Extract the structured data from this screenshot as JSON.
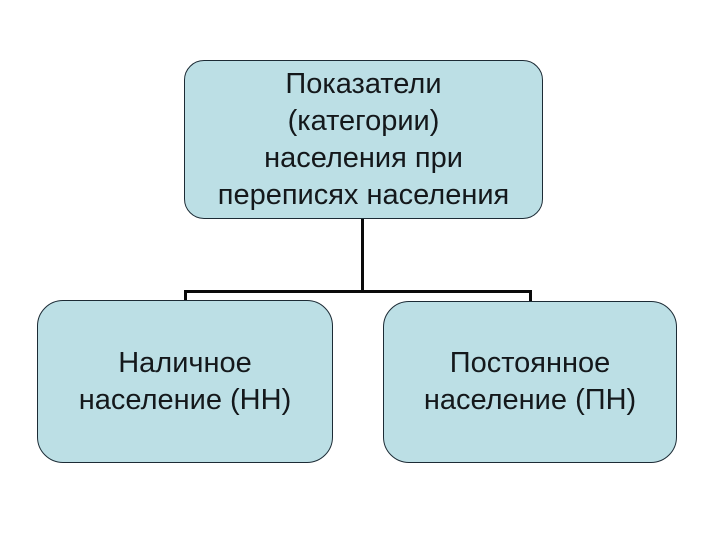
{
  "diagram": {
    "root": {
      "text": "Показатели\n(категории)\nнаселения при\nпереписях населения"
    },
    "children": [
      {
        "id": "nn",
        "text": "Наличное\nнаселение (НН)"
      },
      {
        "id": "pn",
        "text": "Постоянное\nнаселение (ПН)"
      }
    ],
    "colors": {
      "box_fill": "#bcdfe5",
      "box_border": "#1c2b35",
      "connector": "#0a0a0a",
      "text": "#14181b",
      "bg": "#ffffff"
    }
  }
}
